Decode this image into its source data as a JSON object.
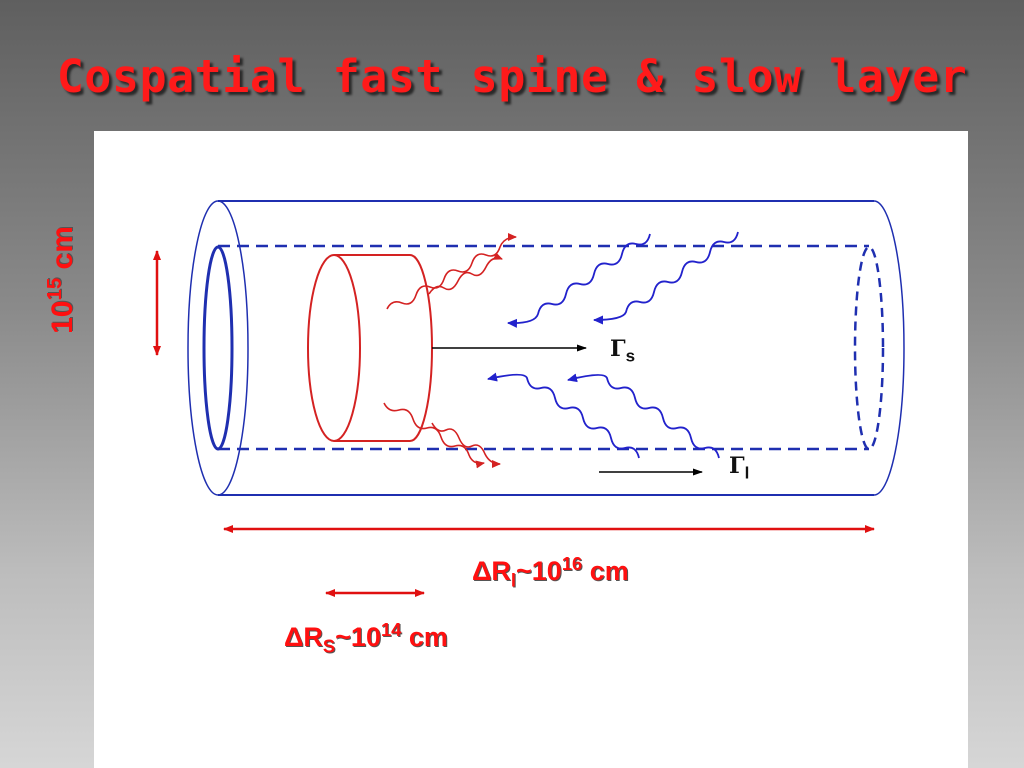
{
  "slide": {
    "title": "Cospatial fast spine & slow layer"
  },
  "diagram": {
    "labels": {
      "spine_lorentz": {
        "symbol": "Γ",
        "sub": "s"
      },
      "layer_lorentz": {
        "symbol": "Γ",
        "sub": "l"
      },
      "layer_length": {
        "delta": "Δ",
        "var": "R",
        "sub": "l",
        "approx": "~10",
        "exp": "16",
        "unit": " cm"
      },
      "spine_length": {
        "delta": "Δ",
        "var": "R",
        "sub": "S",
        "approx": "~10",
        "exp": "14",
        "unit": " cm"
      },
      "radius": {
        "base": "10",
        "exp": "15",
        "unit": " cm"
      }
    },
    "colors": {
      "cylinder": "#1f2fb0",
      "spine": "#d42222",
      "arrow": "#e01010",
      "photons": "#2222cc"
    }
  }
}
